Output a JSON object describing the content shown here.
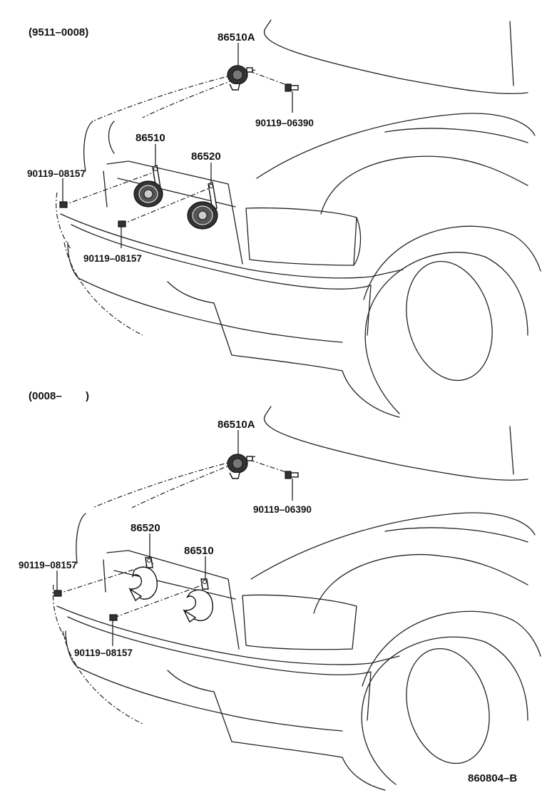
{
  "top_panel": {
    "date_range": "(9511–0008)",
    "labels": {
      "horn_high_a": "86510A",
      "bolt_top": "90119–06390",
      "horn_high": "86510",
      "horn_low": "86520",
      "bolt_left": "90119–08157",
      "bolt_lower": "90119–08157"
    }
  },
  "bottom_panel": {
    "date_range": "(0008–        )",
    "labels": {
      "horn_high_a": "86510A",
      "bolt_top": "90119–06390",
      "horn_low": "86520",
      "horn_high": "86510",
      "bolt_left": "90119–08157",
      "bolt_lower": "90119–08157"
    }
  },
  "figure_code": "860804–B"
}
